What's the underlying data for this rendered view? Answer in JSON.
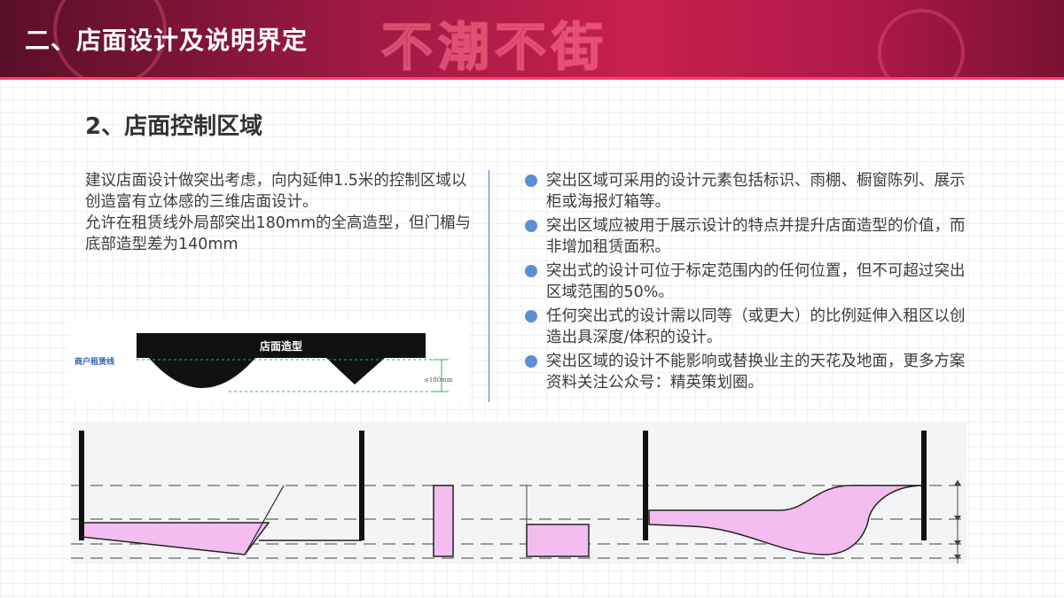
{
  "header": {
    "title": "二、店面设计及说明界定",
    "decor_text": "不潮不街"
  },
  "section": {
    "subtitle": "2、店面控制区域"
  },
  "left_paragraphs": [
    "建议店面设计做突出考虑，向内延伸1.5米的控制区域以创造富有立体感的三维店面设计。",
    "允许在租赁线外局部突出180mm的全高造型，但门楣与底部造型差为140mm"
  ],
  "bullets": [
    "突出区域可采用的设计元素包括标识、雨棚、橱窗陈列、展示柜或海报灯箱等。",
    "突出区域应被用于展示设计的特点并提升店面造型的价值，而非增加租赁面积。",
    "突出式的设计可位于标定范围内的任何位置，但不可超过突出区域范围的50%。",
    "任何突出式的设计需以同等（或更大）的比例延伸入租区以创造出具深度/体积的设计。",
    "突出区域的设计不能影响或替换业主的天花及地面，更多方案资料关注公众号：精英策划圈。"
  ],
  "facade_diagram": {
    "shape_label": "店面造型",
    "lease_line_label": "商户租赁线",
    "dimension_label": "≤180mm"
  },
  "colors": {
    "header_red": "#c8204f",
    "accent_blue": "#4a78c8",
    "bullet_blue": "#5b8ed6",
    "fill_pink": "#f3bdf0",
    "dim_green": "#2db34a"
  }
}
